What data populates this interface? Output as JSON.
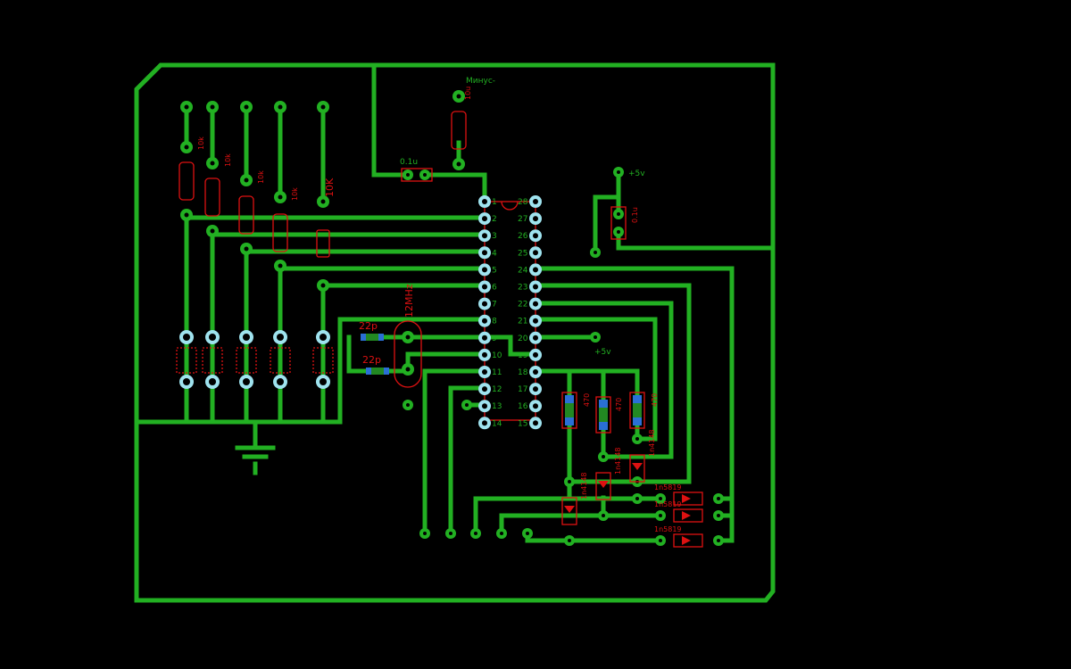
{
  "labels": {
    "minus": "Минус-",
    "plus5v_top": "+5v",
    "plus5v_mid": "+5v",
    "cap_01u_left": "0.1u",
    "cap_01u_right": "0.1u",
    "cap_10u": "10u",
    "r10k": "10K",
    "r10k_small": [
      "10k",
      "10k",
      "10k",
      "10k"
    ],
    "crystal": "12MHz",
    "cap_22p_a": "22p",
    "cap_22p_b": "22p",
    "r470": [
      "470",
      "470",
      "470"
    ],
    "diode_1n4148": [
      "1n4148",
      "1n4148",
      "1n4148"
    ],
    "diode_1n5819": [
      "1n5819",
      "1n5819",
      "1n5819"
    ]
  },
  "ic": {
    "left_pins": [
      "1",
      "2",
      "3",
      "4",
      "5",
      "6",
      "7",
      "8",
      "9",
      "10",
      "11",
      "12",
      "13",
      "14"
    ],
    "right_pins": [
      "28",
      "27",
      "26",
      "25",
      "24",
      "23",
      "22",
      "21",
      "20",
      "19",
      "18",
      "17",
      "16",
      "15"
    ]
  },
  "colors": {
    "copper": "#22b022",
    "silkscreen": "#dd1111",
    "pad": "#9fe3ef",
    "background": "#000000"
  }
}
